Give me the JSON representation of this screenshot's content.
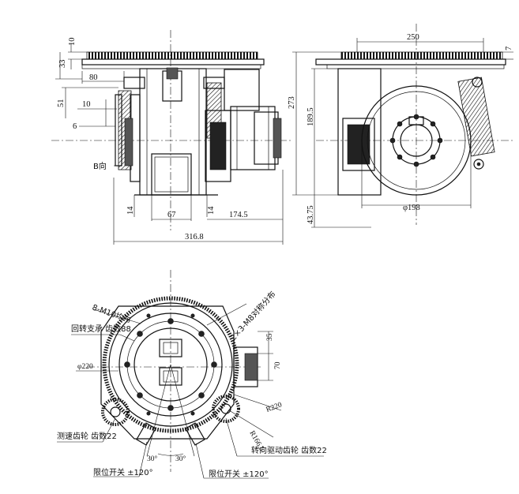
{
  "front_view": {
    "dims": {
      "d10_top": "10",
      "d33": "33",
      "d80": "80",
      "d51": "51",
      "d10_mid": "10",
      "d6": "6",
      "d14_left": "14",
      "d67": "67",
      "d14_right": "14",
      "d174_5": "174.5",
      "d316_8": "316.8"
    },
    "view_label": "B向"
  },
  "side_view": {
    "dims": {
      "d250": "250",
      "d7": "7",
      "d273": "273",
      "d189_5": "189.5",
      "d43_75": "43.75",
      "dia198": "φ198"
    }
  },
  "bottom_view": {
    "dims": {
      "d35": "35",
      "d70": "70",
      "dia220": "φ220",
      "r220": "R220",
      "r166_5": "R166.5",
      "ang_left": "30°",
      "ang_right": "30°"
    },
    "labels": {
      "bolts_8m10": "8-M10均布",
      "bolts_2x3m8": "2×3-M8对称分布",
      "slewing_bearing": "回转支承 齿数88",
      "speed_gear": "测速齿轮 齿数22",
      "steer_gear": "转向驱动齿轮 齿数22",
      "limit_switch_left": "限位开关 ±120°",
      "limit_switch_right": "限位开关 ±120°"
    }
  }
}
